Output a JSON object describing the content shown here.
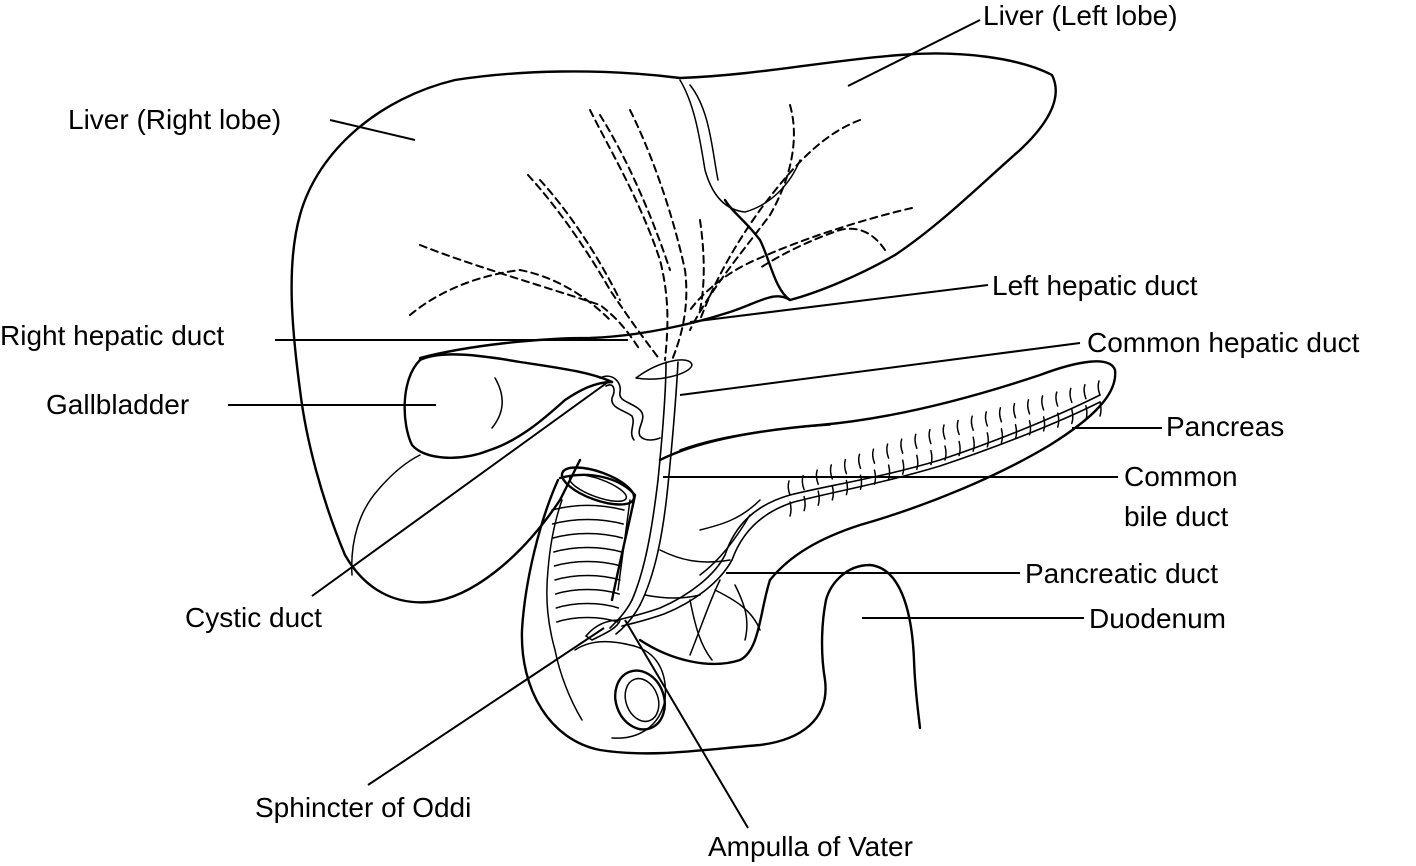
{
  "labels": {
    "liver_left_lobe": "Liver (Left lobe)",
    "liver_right_lobe": "Liver (Right lobe)",
    "left_hepatic_duct": "Left hepatic duct",
    "right_hepatic_duct": "Right hepatic duct",
    "common_hepatic_duct": "Common hepatic duct",
    "gallbladder": "Gallbladder",
    "pancreas": "Pancreas",
    "common_bile_duct_line1": "Common",
    "common_bile_duct_line2": "bile duct",
    "pancreatic_duct": "Pancreatic duct",
    "duodenum": "Duodenum",
    "cystic_duct": "Cystic duct",
    "sphincter_of_oddi": "Sphincter of Oddi",
    "ampulla_of_vater": "Ampulla of Vater"
  }
}
